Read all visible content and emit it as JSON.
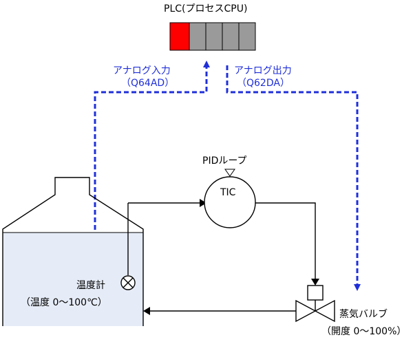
{
  "plc": {
    "label": "PLC(プロセスCPU)",
    "module_count": 5,
    "highlighted_module_color": "#ff0000",
    "module_color": "#9a9a9a"
  },
  "analog_input": {
    "label": "アナログ入力",
    "model": "（Q64AD）"
  },
  "analog_output": {
    "label": "アナログ出力",
    "model": "（Q62DA）"
  },
  "pid": {
    "loop_label": "PIDループ",
    "controller_label": "TIC"
  },
  "thermometer": {
    "label": "温度計",
    "range": "（温度 0〜100℃）"
  },
  "steam_valve": {
    "label": "蒸気バルブ",
    "range": "（開度 0〜100%）"
  },
  "colors": {
    "signal_line": "#1f2fd8",
    "tank_liquid": "#e6ecf7",
    "process_line": "#000000"
  }
}
